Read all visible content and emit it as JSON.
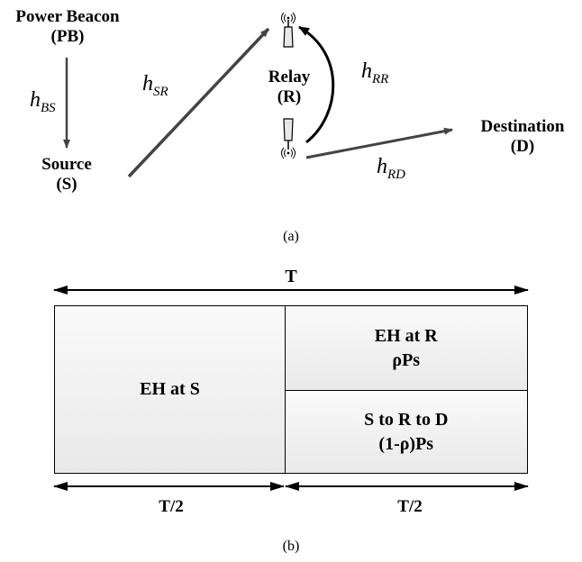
{
  "part_a": {
    "nodes": {
      "power_beacon": {
        "name": "Power Beacon",
        "abbr": "(PB)"
      },
      "source": {
        "name": "Source",
        "abbr": "(S)"
      },
      "relay": {
        "name": "Relay",
        "abbr": "(R)"
      },
      "destination": {
        "name": "Destination",
        "abbr": "(D)"
      }
    },
    "channels": {
      "bs": {
        "symbol": "h",
        "sub": "BS"
      },
      "sr": {
        "symbol": "h",
        "sub": "SR"
      },
      "rr": {
        "symbol": "h",
        "sub": "RR"
      },
      "rd": {
        "symbol": "h",
        "sub": "RD"
      }
    },
    "caption": "(a)"
  },
  "part_b": {
    "total_label": "T",
    "left_block": "EH at S",
    "right_top": {
      "line1": "EH at R",
      "line2": "ρPs"
    },
    "right_bottom": {
      "line1": "S to R to D",
      "line2": "(1-ρ)Ps"
    },
    "left_duration": "T/2",
    "right_duration": "T/2",
    "caption": "(b)"
  }
}
